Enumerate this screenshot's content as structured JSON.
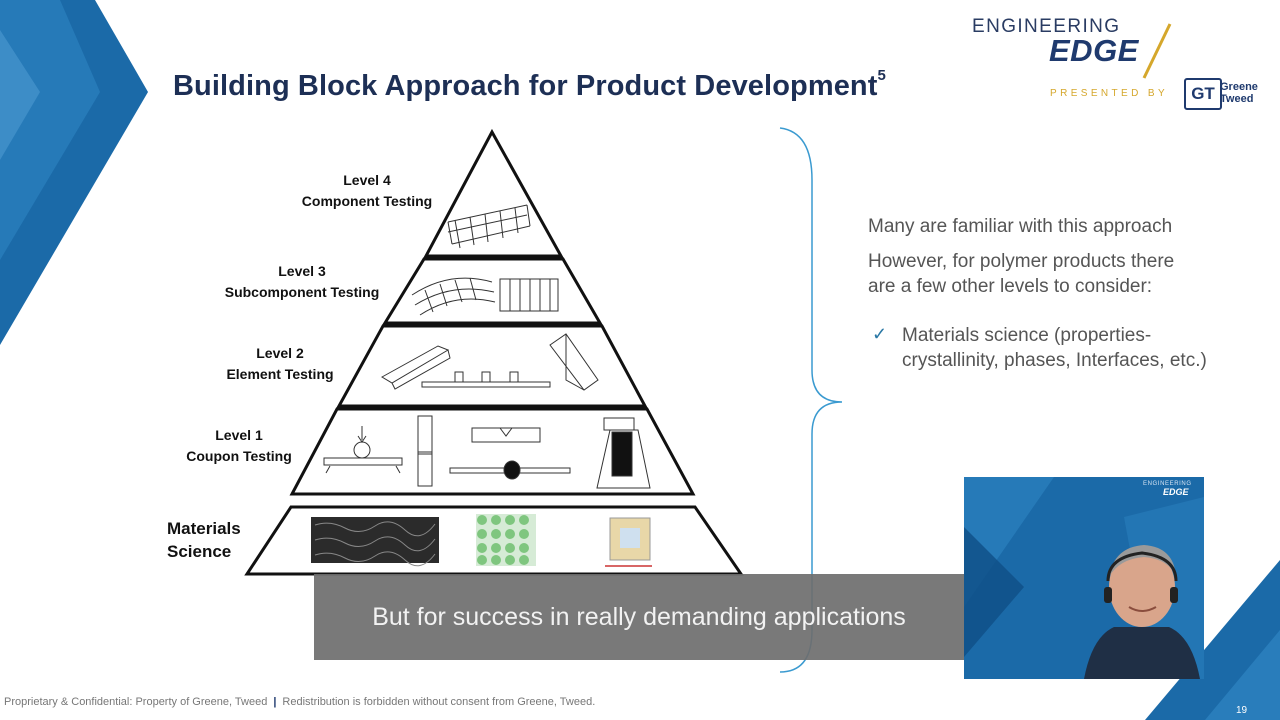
{
  "slide": {
    "title": "Building Block Approach for Product Development",
    "title_superscript": "5",
    "page_number": "19"
  },
  "brand": {
    "top": "ENGINEERING",
    "main": "EDGE",
    "presented_by": "PRESENTED BY",
    "partner_monogram": "GT",
    "partner_name_line1": "Greene",
    "partner_name_line2": "Tweed"
  },
  "pyramid": {
    "levels": [
      {
        "line1": "Level 4",
        "line2": "Component Testing"
      },
      {
        "line1": "Level 3",
        "line2": "Subcomponent Testing"
      },
      {
        "line1": "Level 2",
        "line2": "Element Testing"
      },
      {
        "line1": "Level 1",
        "line2": "Coupon Testing"
      }
    ],
    "base": {
      "line1": "Materials",
      "line2": "Science"
    }
  },
  "notes": {
    "line1": "Many are familiar with this approach",
    "line2a": "However, for polymer products there",
    "line2b": "are a few other levels to consider:",
    "bullet_icon": "checkmark-icon",
    "bullet_line1": "Materials science (properties-",
    "bullet_line2": "crystallinity, phases, Interfaces, etc.)"
  },
  "caption": {
    "text": "But for success in really demanding applications"
  },
  "webcam": {
    "brand_top": "ENGINEERING",
    "brand_main": "EDGE"
  },
  "footer": {
    "left": "Proprietary & Confidential: Property of Greene, Tweed",
    "separator": "|",
    "right": "Redistribution is forbidden without consent from Greene, Tweed."
  },
  "colors": {
    "title": "#1d2f55",
    "accent_blue": "#1b6aa8",
    "gold": "#d5a72c",
    "caption_bg": "#6e6e6e"
  }
}
